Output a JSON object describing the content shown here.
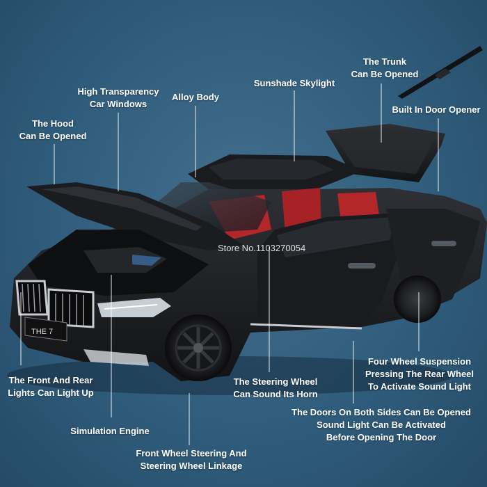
{
  "watermark": "Store No.1103270054",
  "labels": {
    "trunk": "The Trunk\nCan Be Opened",
    "door_opener": "Built In Door Opener",
    "sunshade": "Sunshade Skylight",
    "alloy": "Alloy Body",
    "windows": "High Transparency\nCar Windows",
    "hood": "The Hood\nCan Be Opened",
    "lights": "The Front And Rear\nLights Can Light Up",
    "engine": "Simulation Engine",
    "steering": "Front Wheel Steering And\nSteering Wheel Linkage",
    "horn": "The Steering Wheel\nCan Sound Its Horn",
    "suspension": "Four Wheel Suspension\nPressing The Rear Wheel\nTo Activate Sound Light",
    "doors": "The Doors On Both Sides Can Be Opened\nSound Light Can Be Activated\nBefore Opening The Door"
  },
  "plate": "THE 7",
  "colors": {
    "background": "#305d7c",
    "car_body": "#1c1d20",
    "interior": "#b3262a",
    "label_text": "#ffffff"
  }
}
